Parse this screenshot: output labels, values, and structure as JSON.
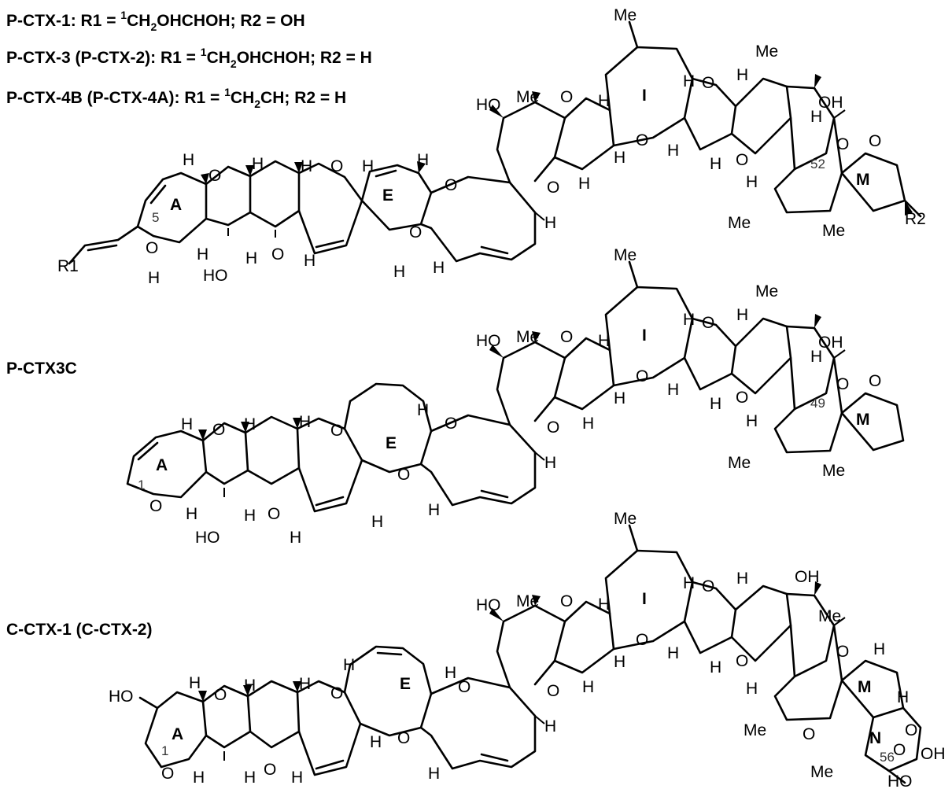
{
  "compounds": [
    {
      "name": "P-CTX-1",
      "r1_prefix": "R1 = ",
      "r1_sup": "1",
      "r1_a": "CH",
      "r1_sub": "2",
      "r1_b": "OHCHOH",
      "r2": "; R2 = OH"
    },
    {
      "name": "P-CTX-3 (P-CTX-2)",
      "r1_prefix": "R1 = ",
      "r1_sup": "1",
      "r1_a": "CH",
      "r1_sub": "2",
      "r1_b": "OHCHOH",
      "r2": "; R2 = H"
    },
    {
      "name": "P-CTX-4B (P-CTX-4A)",
      "r1_prefix": "R1 = ",
      "r1_sup": "1",
      "r1_a": "CH",
      "r1_sub": "2",
      "r1_b": "CH",
      "r2": "; R2 = H"
    }
  ],
  "structure_labels": {
    "p_ctx3c": "P-CTX3C",
    "c_ctx1": "C-CTX-1 (C-CTX-2)"
  },
  "atoms": {
    "me": "Me",
    "h": "H",
    "o": "O",
    "ho": "HO",
    "oh": "OH",
    "r1": "R1",
    "r2": "R2"
  },
  "rings": {
    "a": "A",
    "e": "E",
    "i": "I",
    "m": "M",
    "n": "N"
  },
  "numbers": {
    "c5": "5",
    "c52": "52",
    "c1": "1",
    "c49": "49",
    "c56": "56"
  }
}
